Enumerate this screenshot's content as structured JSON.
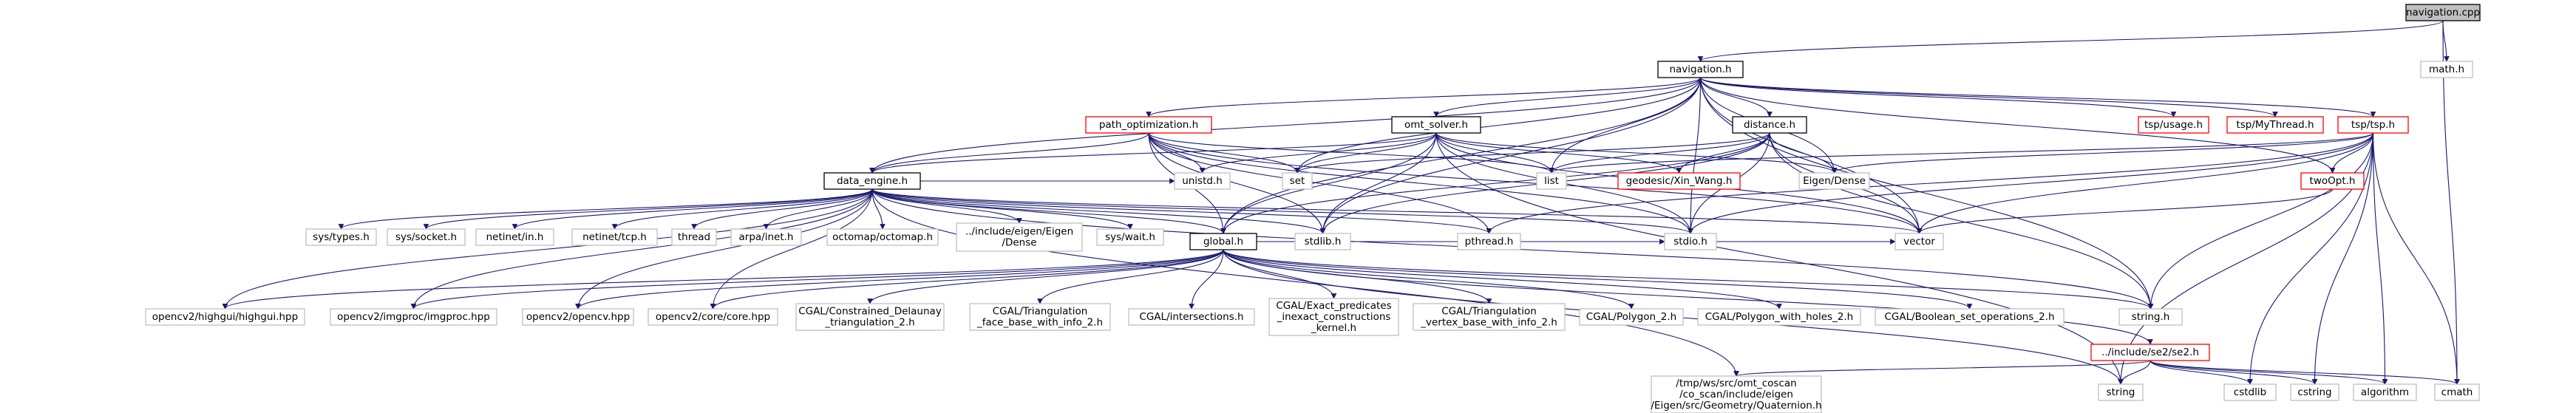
{
  "nodes": [
    {
      "id": "navcpp",
      "label": "navigation.cpp",
      "border": "#000000",
      "fill": "#bfbfbf",
      "text": "#000000"
    },
    {
      "id": "navh",
      "label": "navigation.h",
      "border": "#000000",
      "fill": "#ffffff",
      "text": "#000000"
    },
    {
      "id": "mathh",
      "label": "math.h",
      "border": "#bfbfbf",
      "fill": "#ffffff",
      "text": "#000000"
    },
    {
      "id": "pathopt",
      "label": "path_optimization.h",
      "border": "#ff0000",
      "fill": "#ffffff",
      "text": "#000000"
    },
    {
      "id": "omt",
      "label": "omt_solver.h",
      "border": "#000000",
      "fill": "#ffffff",
      "text": "#000000"
    },
    {
      "id": "dist",
      "label": "distance.h",
      "border": "#000000",
      "fill": "#ffffff",
      "text": "#000000"
    },
    {
      "id": "tspusage",
      "label": "tsp/usage.h",
      "border": "#ff0000",
      "fill": "#ffffff",
      "text": "#000000"
    },
    {
      "id": "tspmythread",
      "label": "tsp/MyThread.h",
      "border": "#ff0000",
      "fill": "#ffffff",
      "text": "#000000"
    },
    {
      "id": "tsptsp",
      "label": "tsp/tsp.h",
      "border": "#ff0000",
      "fill": "#ffffff",
      "text": "#000000"
    },
    {
      "id": "dataeng",
      "label": "data_engine.h",
      "border": "#000000",
      "fill": "#ffffff",
      "text": "#000000"
    },
    {
      "id": "unistd",
      "label": "unistd.h",
      "border": "#bfbfbf",
      "fill": "#ffffff",
      "text": "#000000"
    },
    {
      "id": "set",
      "label": "set",
      "border": "#bfbfbf",
      "fill": "#ffffff",
      "text": "#000000"
    },
    {
      "id": "list",
      "label": "list",
      "border": "#bfbfbf",
      "fill": "#ffffff",
      "text": "#000000"
    },
    {
      "id": "geodesic",
      "label": "geodesic/Xin_Wang.h",
      "border": "#ff0000",
      "fill": "#ffffff",
      "text": "#000000"
    },
    {
      "id": "eigendense",
      "label": "Eigen/Dense",
      "border": "#bfbfbf",
      "fill": "#ffffff",
      "text": "#000000"
    },
    {
      "id": "twoopt",
      "label": "twoOpt.h",
      "border": "#ff0000",
      "fill": "#ffffff",
      "text": "#000000"
    },
    {
      "id": "systypes",
      "label": "sys/types.h",
      "border": "#bfbfbf",
      "fill": "#ffffff",
      "text": "#000000"
    },
    {
      "id": "syssocket",
      "label": "sys/socket.h",
      "border": "#bfbfbf",
      "fill": "#ffffff",
      "text": "#000000"
    },
    {
      "id": "netinetin",
      "label": "netinet/in.h",
      "border": "#bfbfbf",
      "fill": "#ffffff",
      "text": "#000000"
    },
    {
      "id": "netinettcp",
      "label": "netinet/tcp.h",
      "border": "#bfbfbf",
      "fill": "#ffffff",
      "text": "#000000"
    },
    {
      "id": "thread",
      "label": "thread",
      "border": "#bfbfbf",
      "fill": "#ffffff",
      "text": "#000000"
    },
    {
      "id": "arpainet",
      "label": "arpa/inet.h",
      "border": "#bfbfbf",
      "fill": "#ffffff",
      "text": "#000000"
    },
    {
      "id": "octomap",
      "label": "octomap/octomap.h",
      "border": "#bfbfbf",
      "fill": "#ffffff",
      "text": "#000000"
    },
    {
      "id": "inceigen",
      "label": "../include/eigen/Eigen\n/Dense",
      "border": "#bfbfbf",
      "fill": "#ffffff",
      "text": "#000000"
    },
    {
      "id": "syswait",
      "label": "sys/wait.h",
      "border": "#bfbfbf",
      "fill": "#ffffff",
      "text": "#000000"
    },
    {
      "id": "global",
      "label": "global.h",
      "border": "#000000",
      "fill": "#ffffff",
      "text": "#000000"
    },
    {
      "id": "stdlib",
      "label": "stdlib.h",
      "border": "#bfbfbf",
      "fill": "#ffffff",
      "text": "#000000"
    },
    {
      "id": "pthread",
      "label": "pthread.h",
      "border": "#bfbfbf",
      "fill": "#ffffff",
      "text": "#000000"
    },
    {
      "id": "stdio",
      "label": "stdio.h",
      "border": "#bfbfbf",
      "fill": "#ffffff",
      "text": "#000000"
    },
    {
      "id": "vector",
      "label": "vector",
      "border": "#bfbfbf",
      "fill": "#ffffff",
      "text": "#000000"
    },
    {
      "id": "highgui",
      "label": "opencv2/highgui/highgui.hpp",
      "border": "#bfbfbf",
      "fill": "#ffffff",
      "text": "#000000"
    },
    {
      "id": "imgproc",
      "label": "opencv2/imgproc/imgproc.hpp",
      "border": "#bfbfbf",
      "fill": "#ffffff",
      "text": "#000000"
    },
    {
      "id": "opencv",
      "label": "opencv2/opencv.hpp",
      "border": "#bfbfbf",
      "fill": "#ffffff",
      "text": "#000000"
    },
    {
      "id": "corecore",
      "label": "opencv2/core/core.hpp",
      "border": "#bfbfbf",
      "fill": "#ffffff",
      "text": "#000000"
    },
    {
      "id": "cgalcd",
      "label": "CGAL/Constrained_Delaunay\n_triangulation_2.h",
      "border": "#bfbfbf",
      "fill": "#ffffff",
      "text": "#000000"
    },
    {
      "id": "cgaltfb",
      "label": "CGAL/Triangulation\n_face_base_with_info_2.h",
      "border": "#bfbfbf",
      "fill": "#ffffff",
      "text": "#000000"
    },
    {
      "id": "cgalinter",
      "label": "CGAL/intersections.h",
      "border": "#bfbfbf",
      "fill": "#ffffff",
      "text": "#000000"
    },
    {
      "id": "cgalexact",
      "label": "CGAL/Exact_predicates\n_inexact_constructions\n_kernel.h",
      "border": "#bfbfbf",
      "fill": "#ffffff",
      "text": "#000000"
    },
    {
      "id": "cgaltvb",
      "label": "CGAL/Triangulation\n_vertex_base_with_info_2.h",
      "border": "#bfbfbf",
      "fill": "#ffffff",
      "text": "#000000"
    },
    {
      "id": "cgalpoly",
      "label": "CGAL/Polygon_2.h",
      "border": "#bfbfbf",
      "fill": "#ffffff",
      "text": "#000000"
    },
    {
      "id": "cgalpolyholes",
      "label": "CGAL/Polygon_with_holes_2.h",
      "border": "#bfbfbf",
      "fill": "#ffffff",
      "text": "#000000"
    },
    {
      "id": "cgalbool",
      "label": "CGAL/Boolean_set_operations_2.h",
      "border": "#bfbfbf",
      "fill": "#ffffff",
      "text": "#000000"
    },
    {
      "id": "se2",
      "label": "../include/se2/se2.h",
      "border": "#ff0000",
      "fill": "#ffffff",
      "text": "#000000"
    },
    {
      "id": "stringh",
      "label": "string.h",
      "border": "#bfbfbf",
      "fill": "#ffffff",
      "text": "#000000"
    },
    {
      "id": "quaternion",
      "label": "/tmp/ws/src/omt_coscan\n/co_scan/include/eigen\n/Eigen/src/Geometry/Quaternion.h",
      "border": "#bfbfbf",
      "fill": "#ffffff",
      "text": "#000000"
    },
    {
      "id": "string",
      "label": "string",
      "border": "#bfbfbf",
      "fill": "#ffffff",
      "text": "#000000"
    },
    {
      "id": "cstdlib",
      "label": "cstdlib",
      "border": "#bfbfbf",
      "fill": "#ffffff",
      "text": "#000000"
    },
    {
      "id": "cstring",
      "label": "cstring",
      "border": "#bfbfbf",
      "fill": "#ffffff",
      "text": "#000000"
    },
    {
      "id": "algorithm",
      "label": "algorithm",
      "border": "#bfbfbf",
      "fill": "#ffffff",
      "text": "#000000"
    },
    {
      "id": "cmath",
      "label": "cmath",
      "border": "#bfbfbf",
      "fill": "#ffffff",
      "text": "#000000"
    }
  ],
  "edges": [
    [
      "navcpp",
      "navh"
    ],
    [
      "navcpp",
      "mathh"
    ],
    [
      "navcpp",
      "cmath"
    ],
    [
      "navh",
      "pathopt"
    ],
    [
      "navh",
      "omt"
    ],
    [
      "navh",
      "dist"
    ],
    [
      "navh",
      "tspusage"
    ],
    [
      "navh",
      "tspmythread"
    ],
    [
      "navh",
      "tsptsp"
    ],
    [
      "navh",
      "dataeng"
    ],
    [
      "navh",
      "global"
    ],
    [
      "navh",
      "set"
    ],
    [
      "navh",
      "list"
    ],
    [
      "navh",
      "vector"
    ],
    [
      "navh",
      "stringh"
    ],
    [
      "navh",
      "eigendense"
    ],
    [
      "navh",
      "stdio"
    ],
    [
      "navh",
      "stdlib"
    ],
    [
      "navh",
      "twoopt"
    ],
    [
      "pathopt",
      "dataeng"
    ],
    [
      "pathopt",
      "unistd"
    ],
    [
      "pathopt",
      "list"
    ],
    [
      "pathopt",
      "set"
    ],
    [
      "pathopt",
      "global"
    ],
    [
      "pathopt",
      "stdlib"
    ],
    [
      "pathopt",
      "stdio"
    ],
    [
      "pathopt",
      "pthread"
    ],
    [
      "pathopt",
      "vector"
    ],
    [
      "omt",
      "dataeng"
    ],
    [
      "omt",
      "unistd"
    ],
    [
      "omt",
      "set"
    ],
    [
      "omt",
      "list"
    ],
    [
      "omt",
      "eigendense"
    ],
    [
      "omt",
      "global"
    ],
    [
      "omt",
      "stdlib"
    ],
    [
      "omt",
      "stdio"
    ],
    [
      "omt",
      "vector"
    ],
    [
      "omt",
      "string"
    ],
    [
      "omt",
      "geodesic"
    ],
    [
      "dist",
      "list"
    ],
    [
      "dist",
      "set"
    ],
    [
      "dist",
      "geodesic"
    ],
    [
      "dist",
      "eigendense"
    ],
    [
      "dist",
      "global"
    ],
    [
      "dist",
      "stdlib"
    ],
    [
      "dist",
      "stdio"
    ],
    [
      "dist",
      "vector"
    ],
    [
      "dist",
      "stringh"
    ],
    [
      "tsptsp",
      "twoopt"
    ],
    [
      "tsptsp",
      "vector"
    ],
    [
      "tsptsp",
      "list"
    ],
    [
      "tsptsp",
      "eigendense"
    ],
    [
      "tsptsp",
      "stdio"
    ],
    [
      "tsptsp",
      "string"
    ],
    [
      "tsptsp",
      "cstdlib"
    ],
    [
      "tsptsp",
      "cstring"
    ],
    [
      "tsptsp",
      "algorithm"
    ],
    [
      "tsptsp",
      "cmath"
    ],
    [
      "tsptsp",
      "pthread"
    ],
    [
      "tsptsp",
      "stringh"
    ],
    [
      "twoopt",
      "vector"
    ],
    [
      "dataeng",
      "systypes"
    ],
    [
      "dataeng",
      "syssocket"
    ],
    [
      "dataeng",
      "netinetin"
    ],
    [
      "dataeng",
      "netinettcp"
    ],
    [
      "dataeng",
      "thread"
    ],
    [
      "dataeng",
      "arpainet"
    ],
    [
      "dataeng",
      "octomap"
    ],
    [
      "dataeng",
      "inceigen"
    ],
    [
      "dataeng",
      "syswait"
    ],
    [
      "dataeng",
      "global"
    ],
    [
      "dataeng",
      "stdlib"
    ],
    [
      "dataeng",
      "pthread"
    ],
    [
      "dataeng",
      "stdio"
    ],
    [
      "dataeng",
      "vector"
    ],
    [
      "dataeng",
      "stringh"
    ],
    [
      "dataeng",
      "highgui"
    ],
    [
      "dataeng",
      "imgproc"
    ],
    [
      "dataeng",
      "opencv"
    ],
    [
      "dataeng",
      "corecore"
    ],
    [
      "dataeng",
      "quaternion"
    ],
    [
      "dataeng",
      "unistd"
    ],
    [
      "global",
      "highgui"
    ],
    [
      "global",
      "imgproc"
    ],
    [
      "global",
      "opencv"
    ],
    [
      "global",
      "corecore"
    ],
    [
      "global",
      "cgalcd"
    ],
    [
      "global",
      "cgaltfb"
    ],
    [
      "global",
      "cgalinter"
    ],
    [
      "global",
      "cgalexact"
    ],
    [
      "global",
      "cgaltvb"
    ],
    [
      "global",
      "cgalpoly"
    ],
    [
      "global",
      "cgalpolyholes"
    ],
    [
      "global",
      "cgalbool"
    ],
    [
      "global",
      "se2"
    ],
    [
      "global",
      "stringh"
    ],
    [
      "global",
      "vector"
    ],
    [
      "global",
      "stdio"
    ],
    [
      "global",
      "string"
    ],
    [
      "se2",
      "quaternion"
    ],
    [
      "se2",
      "string"
    ],
    [
      "se2",
      "cstdlib"
    ],
    [
      "se2",
      "cstring"
    ],
    [
      "se2",
      "algorithm"
    ],
    [
      "se2",
      "cmath"
    ]
  ]
}
